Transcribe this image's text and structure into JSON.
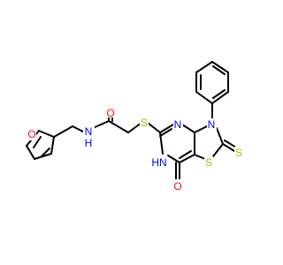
{
  "colors": {
    "bond": "#000000",
    "oxygen": "#ff0d0d",
    "nitrogen": "#0000ff",
    "sulfur": "#b2b200",
    "carbon": "#000000"
  },
  "atoms": {
    "furan_o": {
      "text": "O",
      "element": "oxygen"
    },
    "amide_o": {
      "text": "O",
      "element": "oxygen"
    },
    "amide_nh": {
      "text": "N\nH",
      "element": "nitrogen"
    },
    "thioether_s": {
      "text": "S",
      "element": "sulfur"
    },
    "pyrimidine_n": {
      "text": "N",
      "element": "nitrogen"
    },
    "pyrimidine_nh": {
      "text": "HN",
      "element": "nitrogen"
    },
    "thiazole_n": {
      "text": "N",
      "element": "nitrogen"
    },
    "thiazole_s": {
      "text": "S",
      "element": "sulfur"
    },
    "thione_s": {
      "text": "S",
      "element": "sulfur"
    },
    "keto_o": {
      "text": "O",
      "element": "oxygen"
    }
  }
}
